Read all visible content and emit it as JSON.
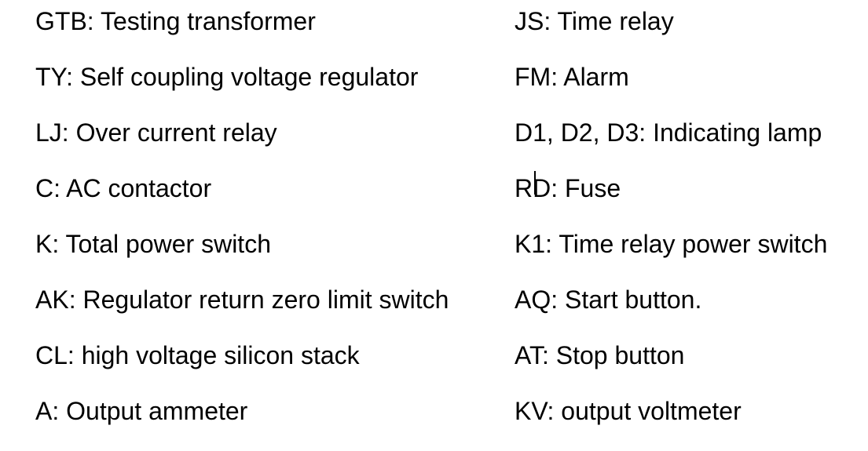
{
  "page": {
    "background_color": "#ffffff",
    "text_color": "#000000"
  },
  "legend": {
    "separator": ": ",
    "columns": [
      {
        "name": "left",
        "items": [
          {
            "code": "GTB",
            "description": "Testing transformer",
            "label": "GTB: Testing transformer"
          },
          {
            "code": "TY",
            "description": "Self coupling voltage regulator",
            "label": "TY: Self coupling voltage regulator"
          },
          {
            "code": "LJ",
            "description": "Over current relay",
            "label": "LJ: Over current relay"
          },
          {
            "code": "C",
            "description": "AC contactor",
            "label": "C: AC contactor"
          },
          {
            "code": "K",
            "description": "Total power switch",
            "label": "K: Total power switch"
          },
          {
            "code": "AK",
            "description": "Regulator return zero limit switch",
            "label": "AK: Regulator return zero limit switch"
          },
          {
            "code": "CL",
            "description": "high voltage silicon stack",
            "label": "CL: high voltage silicon stack"
          },
          {
            "code": "A",
            "description": "Output ammeter",
            "label": "A: Output ammeter"
          }
        ]
      },
      {
        "name": "right",
        "items": [
          {
            "code": "JS",
            "description": "Time relay",
            "label": "JS: Time relay"
          },
          {
            "code": "FM",
            "description": "Alarm",
            "label": "FM: Alarm"
          },
          {
            "code": "D1, D2, D3",
            "description": "Indicating lamp",
            "label": "D1, D2, D3: Indicating lamp"
          },
          {
            "code": "RD",
            "description": "Fuse",
            "label": "RD: Fuse"
          },
          {
            "code": "K1",
            "description": "Time relay power switch",
            "label": "K1: Time relay power switch"
          },
          {
            "code": "AQ",
            "description": "Start button.",
            "label": "AQ: Start button."
          },
          {
            "code": "AT",
            "description": "Stop button",
            "label": "AT: Stop button"
          },
          {
            "code": "KV",
            "description": "output voltmeter",
            "label": "KV: output voltmeter"
          }
        ]
      }
    ]
  },
  "text_cursor": {
    "visible": true,
    "item_label": "RD: Fuse",
    "position_description": "between R and D",
    "color": "#000000"
  }
}
